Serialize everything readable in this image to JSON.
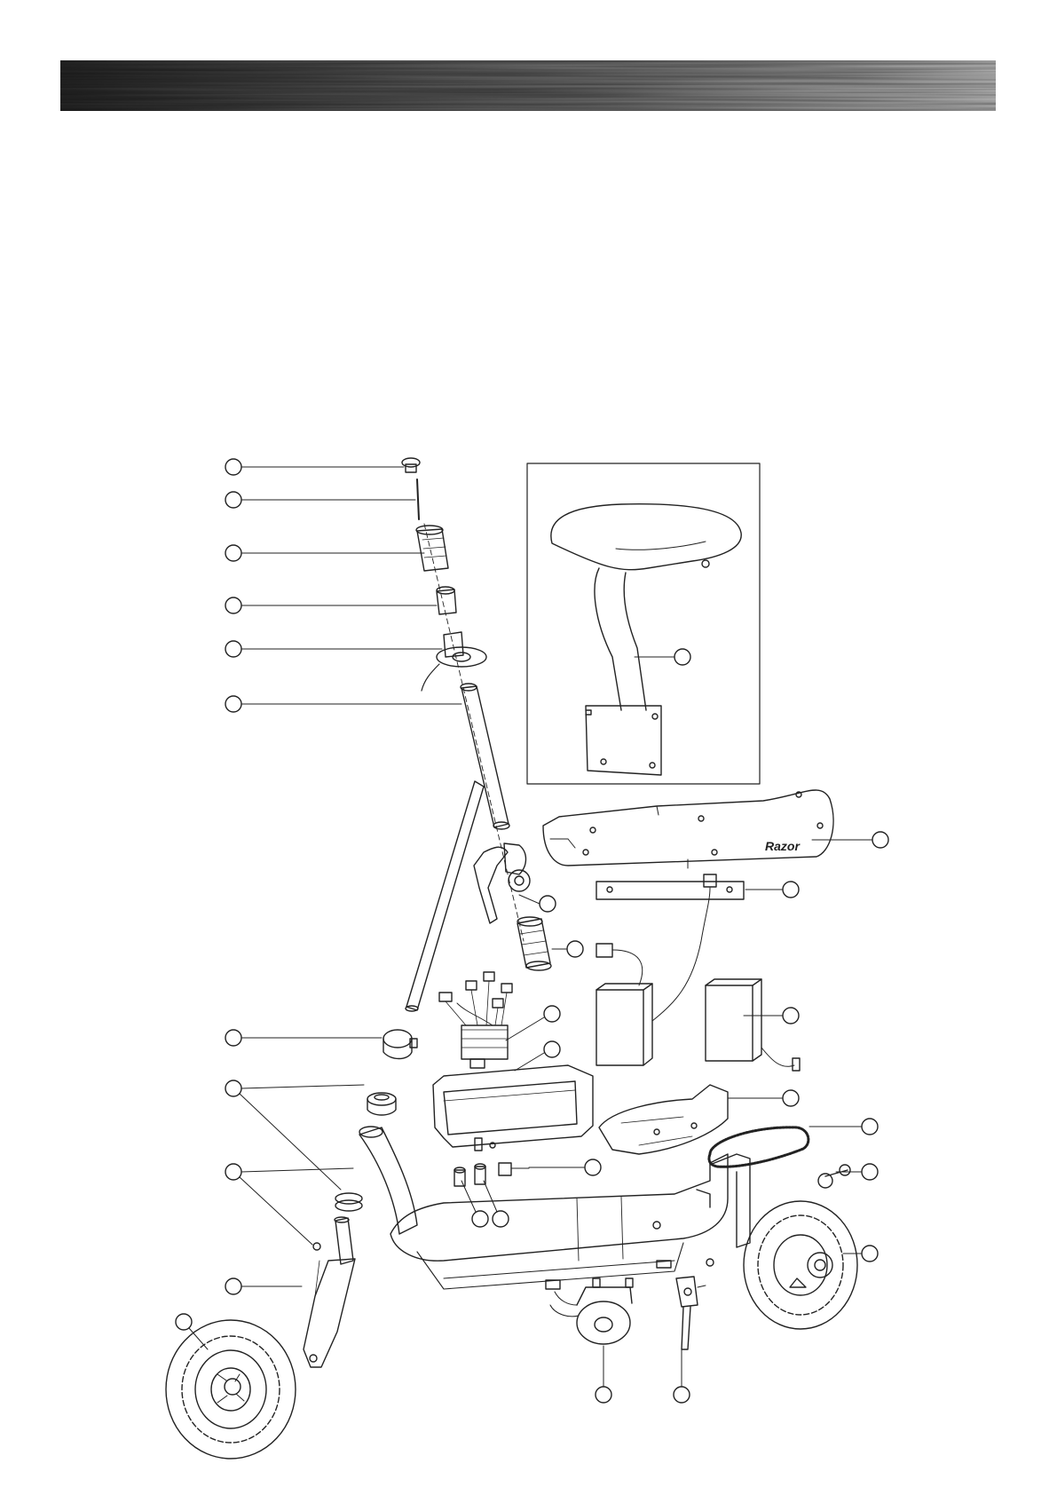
{
  "header": {
    "band": "brushed-metal-banner"
  },
  "diagram": {
    "kind": "exploded-parts-diagram",
    "brand_on_deck": "Razor",
    "callouts": [
      {
        "id": "cap"
      },
      {
        "id": "pin"
      },
      {
        "id": "left-grip"
      },
      {
        "id": "spacer"
      },
      {
        "id": "throttle"
      },
      {
        "id": "handlebar"
      },
      {
        "id": "seat-post"
      },
      {
        "id": "deck-cover"
      },
      {
        "id": "deck-strip"
      },
      {
        "id": "brake-lever"
      },
      {
        "id": "right-grip"
      },
      {
        "id": "controller"
      },
      {
        "id": "battery-tray"
      },
      {
        "id": "batteries"
      },
      {
        "id": "chain-guard"
      },
      {
        "id": "chain"
      },
      {
        "id": "idler"
      },
      {
        "id": "clamp"
      },
      {
        "id": "headset-upper"
      },
      {
        "id": "headset-lower"
      },
      {
        "id": "fork"
      },
      {
        "id": "front-wheel"
      },
      {
        "id": "switch"
      },
      {
        "id": "charger-port"
      },
      {
        "id": "fuse"
      },
      {
        "id": "rear-wheel"
      },
      {
        "id": "motor"
      },
      {
        "id": "kickstand"
      }
    ]
  }
}
